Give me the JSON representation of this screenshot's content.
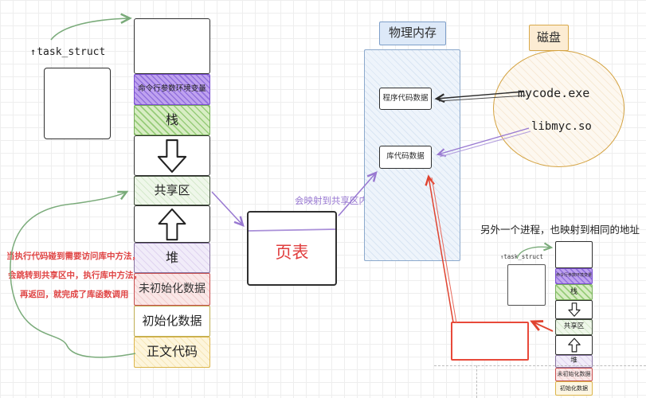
{
  "colors": {
    "purple_accent": "#9878d1",
    "green_accent": "#7aab7a",
    "red_accent": "#e0432f",
    "blue_accent": "#7e9fc9",
    "orange_accent": "#d8a84a",
    "ink": "#2b2b2b"
  },
  "main_process": {
    "task_struct_label": "task_struct",
    "up_arrow_glyph": "↑",
    "segments": [
      {
        "label": ""
      },
      {
        "label": "命令行参数环境变量"
      },
      {
        "label": "栈"
      },
      {
        "label": ""
      },
      {
        "label": "共享区"
      },
      {
        "label": ""
      },
      {
        "label": "堆"
      },
      {
        "label": "未初始化数据"
      },
      {
        "label": "初始化数据"
      },
      {
        "label": "正文代码"
      }
    ]
  },
  "notes": {
    "lib_call_line1": "当执行代码碰到需要访问库中方法，",
    "lib_call_line2": "会跳转到共享区中，执行库中方法，",
    "lib_call_line3": "再返回，就完成了库函数调用",
    "mapping_note": "会映射到共享区内",
    "another_process_note": "另外一个进程，也映射到相同的地址"
  },
  "page_table": {
    "label": "页表"
  },
  "physical_memory": {
    "title": "物理内存",
    "program_block": "程序代码数据",
    "library_block": "库代码数据"
  },
  "disk": {
    "title": "磁盘",
    "exe_file": "mycode.exe",
    "lib_file": "libmyc.so"
  },
  "second_process": {
    "task_struct_label": "task_struct",
    "up_arrow_glyph": "↑",
    "segments": [
      {
        "label": ""
      },
      {
        "label": "命令行参数环境变量"
      },
      {
        "label": "栈"
      },
      {
        "label": ""
      },
      {
        "label": "共享区"
      },
      {
        "label": ""
      },
      {
        "label": "堆"
      },
      {
        "label": "未初始化数据"
      },
      {
        "label": "初始化数据"
      }
    ]
  }
}
